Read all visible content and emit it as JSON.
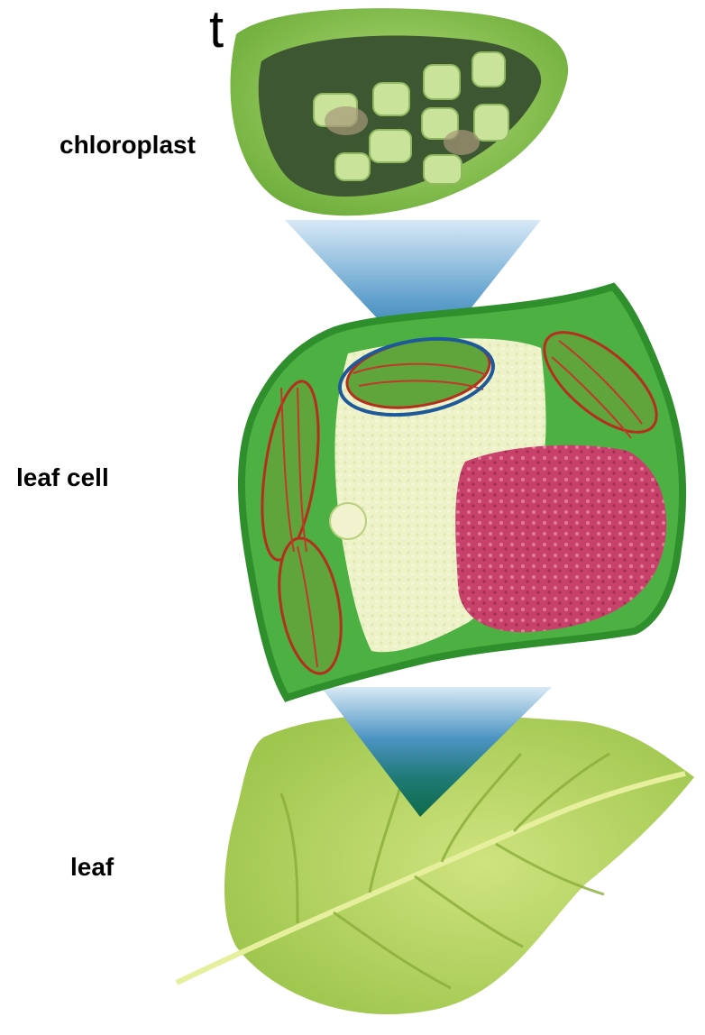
{
  "title_fragment": "t",
  "labels": {
    "chloroplast": "chloroplast",
    "leaf_cell": "leaf cell",
    "leaf": "leaf"
  },
  "colors": {
    "chloroplast_outer": "#9ccf5c",
    "chloroplast_inner": "#3f5a2e",
    "thylakoid": "#c9e49a",
    "cell_wall": "#3fae3a",
    "cytoplasm": "#5cbf4a",
    "vacuole": "#f1f1cf",
    "nucleus": "#c2436a",
    "cell_chloroplast_stripes": "#c0392b",
    "highlight_outline": "#1e5a99",
    "zoom_cone_top": "#c8dff2",
    "zoom_cone_bottom": "#1a6fa3",
    "leaf_blade": "#b9d96a",
    "leaf_vein": "#8aad3a"
  }
}
